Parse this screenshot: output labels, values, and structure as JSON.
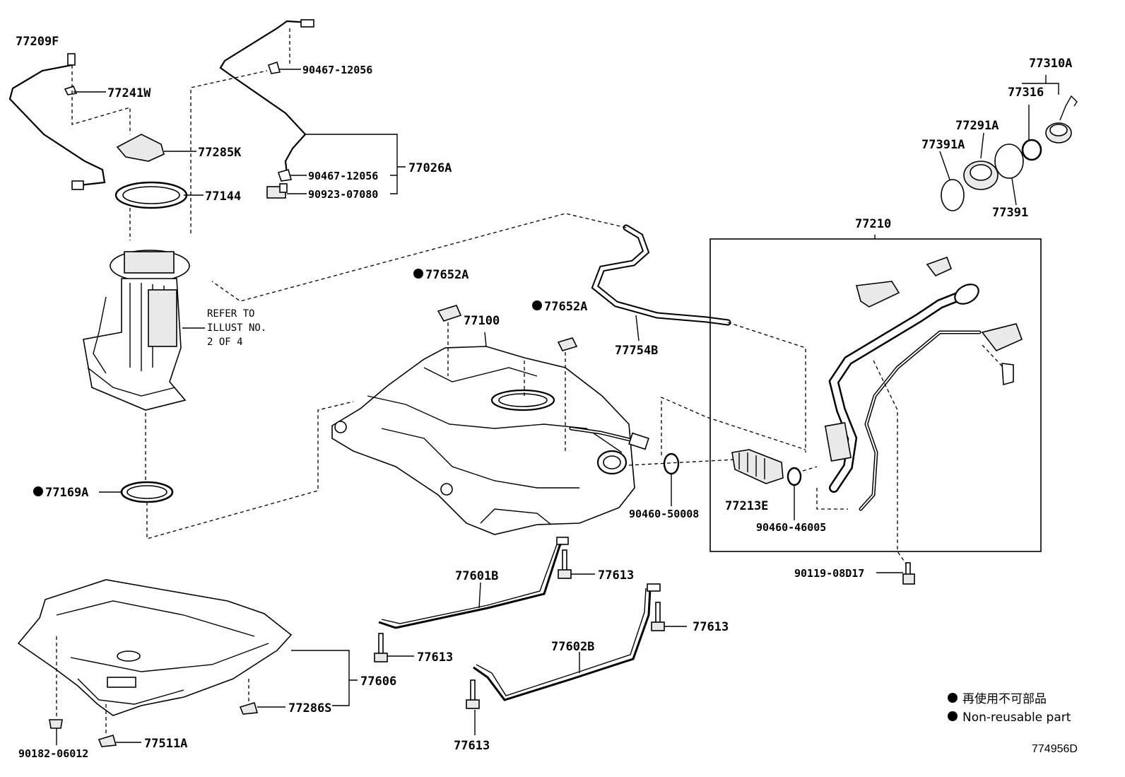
{
  "labels": {
    "p77209F": "77209F",
    "p77241W": "77241W",
    "p77285K": "77285K",
    "p77144": "77144",
    "p90467a": "90467-12056",
    "p90467b": "90467-12056",
    "p90923": "90923-07080",
    "p77026A": "77026A",
    "p77310A": "77310A",
    "p77316": "77316",
    "p77291A": "77291A",
    "p77391A": "77391A",
    "p77391": "77391",
    "p77210": "77210",
    "p77652A1": "77652A",
    "p77652A2": "77652A",
    "p77100": "77100",
    "p77754B": "77754B",
    "p77169A": "77169A",
    "p77213E": "77213E",
    "p90460a": "90460-50008",
    "p90460b": "90460-46005",
    "p90119": "90119-08D17",
    "p77601B": "77601B",
    "p77613a": "77613",
    "p77613b": "77613",
    "p77613c": "77613",
    "p77613d": "77613",
    "p77602B": "77602B",
    "p77606": "77606",
    "p77286S": "77286S",
    "p77511A": "77511A",
    "p90182": "90182-06012"
  },
  "refer": {
    "line1": "REFER TO",
    "line2": "ILLUST NO.",
    "line3": "2 OF 4"
  },
  "legend": {
    "line1": "再使用不可部品",
    "line2": "Non-reusable part"
  },
  "diagram_code": "774956D"
}
